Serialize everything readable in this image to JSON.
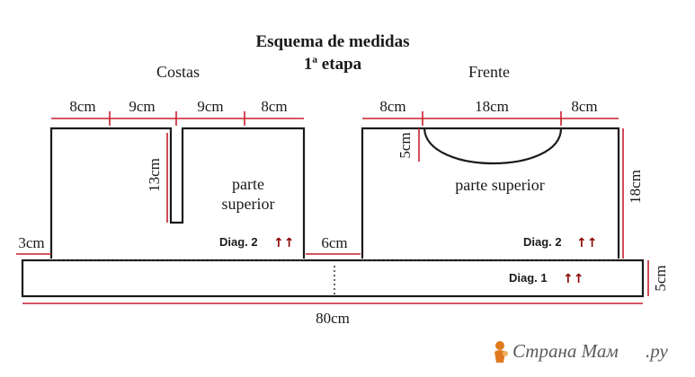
{
  "title": {
    "line1": "Esquema de medidas",
    "line2": "1ª etapa"
  },
  "sections": {
    "back": "Costas",
    "front": "Frente"
  },
  "labels": {
    "back_upper_1": "parte",
    "back_upper_2": "superior",
    "front_upper": "parte superior"
  },
  "measurements": {
    "back_top": [
      "8cm",
      "9cm",
      "9cm",
      "8cm"
    ],
    "front_top": [
      "8cm",
      "18cm",
      "8cm"
    ],
    "slit_depth": "13cm",
    "neck_depth": "5cm",
    "front_height": "18cm",
    "left_side": "3cm",
    "gap": "6cm",
    "band_height": "5cm",
    "total_width": "80cm"
  },
  "diagrams": {
    "back": "Diag. 2",
    "front": "Diag. 2",
    "band": "Diag. 1",
    "arrows": "↑↑"
  },
  "watermark": {
    "text": "Страна Мам",
    "suffix": ".ру"
  },
  "colors": {
    "dimension_line": "#c81e2e",
    "arrows": "#8b0000",
    "outline": "#1a1a1a",
    "logo_figure": "#e07a1f"
  }
}
